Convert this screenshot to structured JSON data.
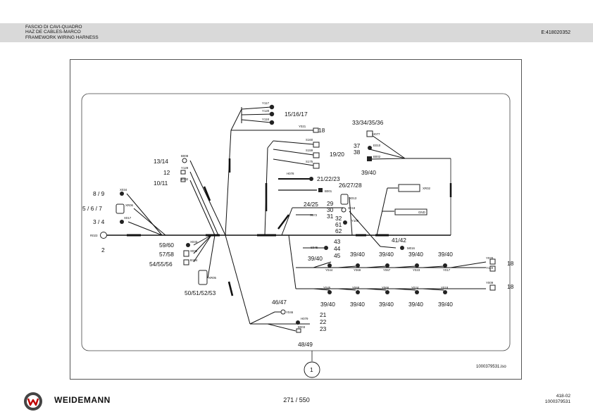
{
  "header": {
    "titles": [
      "FASCIO DI CAVI-QUADRO",
      "HAZ DE CABLES-MARCO",
      "FRAMEWORK WIRING HARNESS"
    ],
    "doc_id": "E:418020352"
  },
  "diagram": {
    "components": [
      "Y117",
      "Y120",
      "Y118",
      "Y021",
      "S160",
      "S159",
      "S175",
      "H078",
      "B001",
      "X013",
      "X018",
      "S172",
      "Y106",
      "M016",
      "H077",
      "E010",
      "B002",
      "XR02",
      "GND",
      "B008",
      "Y129",
      "B102",
      "X034",
      "XR06",
      "X017",
      "R023",
      "X033",
      "X032",
      "B104",
      "XR05",
      "S045",
      "Y044",
      "Y069",
      "Y067",
      "Y023",
      "Y017",
      "Y020",
      "Y119",
      "Y045",
      "Y068",
      "Y066",
      "Y024",
      "Y018",
      "Y009",
      "Y046",
      "H079",
      "B003"
    ],
    "callouts": [
      "15/16/17",
      "18",
      "19/20",
      "21/22/23",
      "24/25",
      "26/27/28",
      "29",
      "30",
      "31",
      "32",
      "61",
      "62",
      "33/34/35/36",
      "37",
      "38",
      "39/40",
      "41/42",
      "13/14",
      "12",
      "10/11",
      "8 / 9",
      "5 / 6 / 7",
      "3 / 4",
      "2",
      "59/60",
      "57/58",
      "54/55/56",
      "50/51/52/53",
      "43",
      "44",
      "45",
      "39/40",
      "46/47",
      "21",
      "22",
      "23",
      "48/49",
      "1"
    ],
    "iso_ref": "1000379531.iso"
  },
  "footer": {
    "brand": "WEIDEMANN",
    "page": "271 / 550",
    "ref_lines": [
      "418-02",
      "1000379531"
    ]
  }
}
